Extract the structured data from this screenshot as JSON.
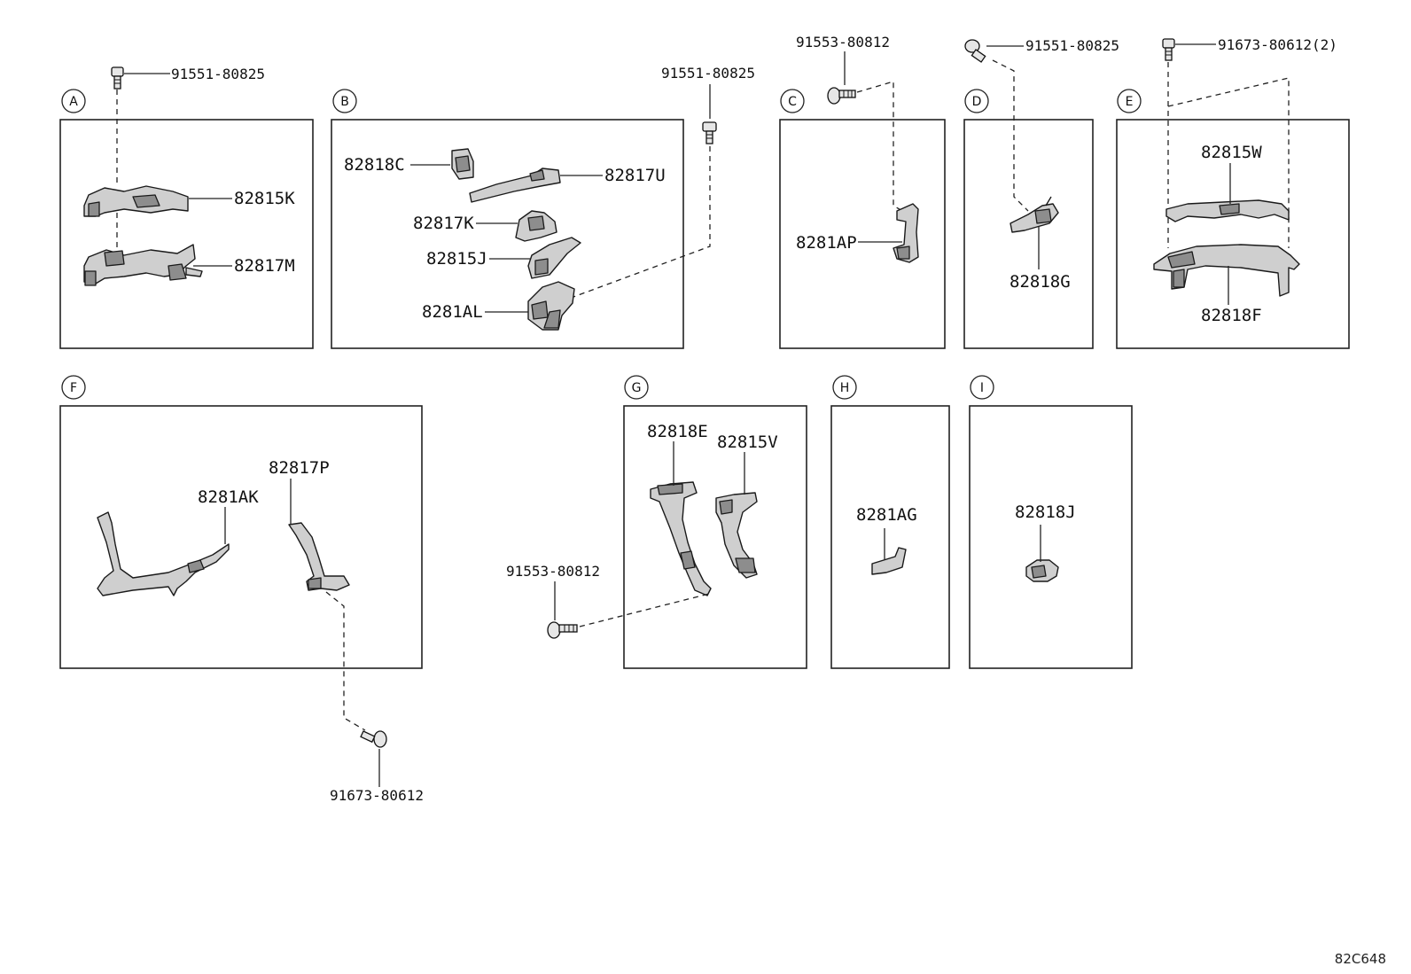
{
  "sections": [
    {
      "letter": "A",
      "parts": [
        "82815K",
        "82817M"
      ],
      "fasteners": [
        "91551-80825"
      ]
    },
    {
      "letter": "B",
      "parts": [
        "82818C",
        "82817U",
        "82817K",
        "82815J",
        "8281AL"
      ],
      "fasteners": [
        "91551-80825"
      ]
    },
    {
      "letter": "C",
      "parts": [
        "8281AP"
      ],
      "fasteners": [
        "91553-80812"
      ]
    },
    {
      "letter": "D",
      "parts": [
        "82818G"
      ],
      "fasteners": [
        "91551-80825"
      ]
    },
    {
      "letter": "E",
      "parts": [
        "82815W",
        "82818F"
      ],
      "fasteners": [
        "91673-80612(2)"
      ]
    },
    {
      "letter": "F",
      "parts": [
        "8281AK",
        "82817P"
      ],
      "fasteners": [
        "91673-80612"
      ]
    },
    {
      "letter": "G",
      "parts": [
        "82818E",
        "82815V"
      ],
      "fasteners": [
        "91553-80812"
      ]
    },
    {
      "letter": "H",
      "parts": [
        "8281AG"
      ],
      "fasteners": []
    },
    {
      "letter": "I",
      "parts": [
        "82818J"
      ],
      "fasteners": []
    }
  ],
  "diagram_code": "82C648"
}
